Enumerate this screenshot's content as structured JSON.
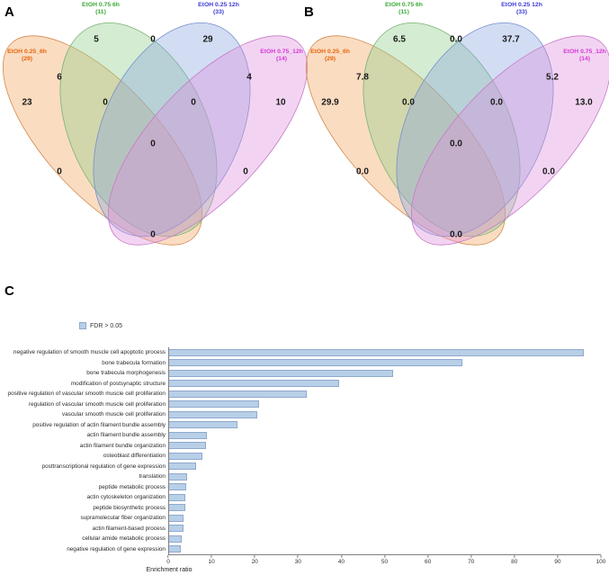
{
  "figure": {
    "panel_a": "A",
    "panel_b": "B",
    "panel_c": "C"
  },
  "chart_data": [
    {
      "type": "venn",
      "panel": "A",
      "label_kind": "gene counts",
      "sets": [
        {
          "name": "EtOH 0.25_6h",
          "total": "(29)",
          "color": "#e8650d"
        },
        {
          "name": "EtOH 0.75 6h",
          "total": "(11)",
          "color": "#3aaa35"
        },
        {
          "name": "EtOH 0.25 12h",
          "total": "(33)",
          "color": "#3a3ad8"
        },
        {
          "name": "EtOH 0.75_12h",
          "total": "(14)",
          "color": "#d837d8"
        }
      ],
      "regions": {
        "a_only": "23",
        "b_only": "5",
        "c_only": "29",
        "d_only": "10",
        "ab": "6",
        "bc": "0",
        "cd": "4",
        "ac": "0",
        "bd": "0",
        "ad": "0",
        "abc": "0",
        "bcd": "0",
        "abcd": "0"
      }
    },
    {
      "type": "venn",
      "panel": "B",
      "label_kind": "percentages",
      "sets": [
        {
          "name": "EtOH 0.25_6h",
          "total": "(29)",
          "color": "#e8650d"
        },
        {
          "name": "EtOH 0.75 6h",
          "total": "(11)",
          "color": "#3aaa35"
        },
        {
          "name": "EtOH 0.25 12h",
          "total": "(33)",
          "color": "#3a3ad8"
        },
        {
          "name": "EtOH 0.75_12h",
          "total": "(14)",
          "color": "#d837d8"
        }
      ],
      "regions": {
        "a_only": "29.9",
        "b_only": "6.5",
        "c_only": "37.7",
        "d_only": "13.0",
        "ab": "7.8",
        "bc": "0.0",
        "cd": "5.2",
        "ac": "0.0",
        "bd": "0.0",
        "ad": "0.0",
        "abc": "0.0",
        "bcd": "0.0",
        "abcd": "0.0"
      }
    },
    {
      "type": "bar",
      "panel": "C",
      "orientation": "horizontal",
      "legend": "FDR > 0.05",
      "bar_color": "#b8cfe8",
      "xlabel": "Enrichment ratio",
      "xlim": [
        0,
        100
      ],
      "xticks": [
        0,
        10,
        20,
        30,
        40,
        50,
        60,
        70,
        80,
        90,
        100
      ],
      "grid": false,
      "categories": [
        "negative regulation of smooth muscle cell apoptotic process",
        "bone trabecula formation",
        "bone trabecula morphogenesis",
        "modification of postsynaptic structure",
        "positive regulation of vascular smooth muscle cell proliferation",
        "regulation of vascular smooth muscle cell proliferation",
        "vascular smooth muscle cell proliferation",
        "positive regulation of actin filament bundle assembly",
        "actin filament bundle assembly",
        "actin filament bundle organization",
        "osteoblast differentiation",
        "posttranscriptional regulation of gene expression",
        "translation",
        "peptide metabolic process",
        "actin cytoskeleton organization",
        "peptide biosynthetic process",
        "supramolecular fiber organization",
        "actin filament-based process",
        "cellular amide metabolic process",
        "negative regulation of gene expression"
      ],
      "values": [
        96,
        68,
        52,
        39.5,
        32,
        21,
        20.5,
        16,
        9,
        8.7,
        8,
        6.5,
        4.4,
        4.2,
        4,
        4,
        3.5,
        3.5,
        3.1,
        3
      ]
    }
  ]
}
